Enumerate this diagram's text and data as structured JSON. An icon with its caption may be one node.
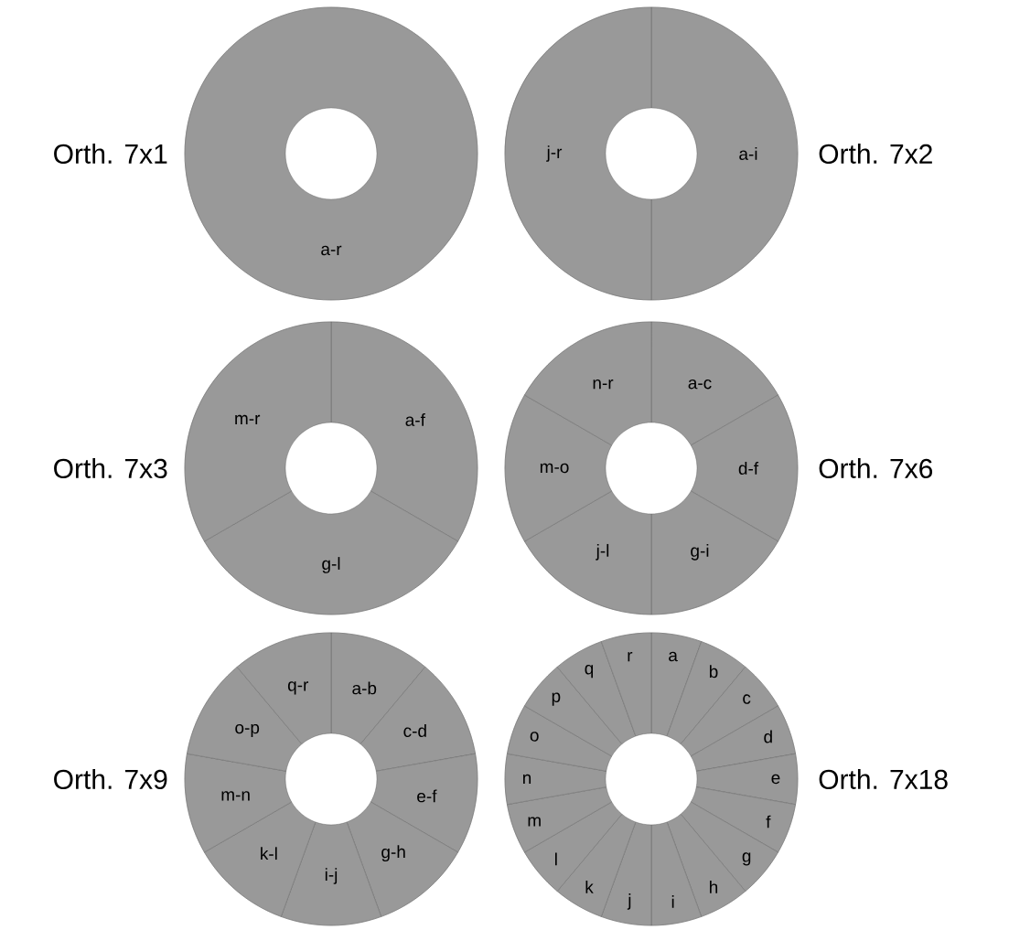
{
  "diagram": {
    "nodes": [
      {
        "text": [],
        "shape": "circle",
        "beside": [
          "Orth. 7x1"
        ]
      },
      {
        "text": [
          "a-r"
        ],
        "in": 0
      },
      {
        "text": [],
        "shape": "circle",
        "beside": [
          "Orth. 7x2"
        ]
      },
      {
        "text": [
          "a-i"
        ],
        "in": 2
      },
      {
        "text": [
          "j-r"
        ],
        "in": 2
      },
      {
        "text": [],
        "shape": "circle",
        "beside": [
          "Orth. 7x3"
        ]
      },
      {
        "text": [
          "a-f"
        ],
        "in": 5
      },
      {
        "text": [
          "g-l"
        ],
        "in": 5
      },
      {
        "text": [
          "m-r"
        ],
        "in": 5
      },
      {
        "text": [],
        "shape": "circle",
        "beside": [
          "Orth. 7x6"
        ]
      },
      {
        "text": [
          "a-c"
        ],
        "in": 9
      },
      {
        "text": [
          "d-f"
        ],
        "in": 9
      },
      {
        "text": [
          "g-i"
        ],
        "in": 9
      },
      {
        "text": [
          "j-l"
        ],
        "in": 9
      },
      {
        "text": [
          "m-o"
        ],
        "in": 9
      },
      {
        "text": [
          "n-r"
        ],
        "in": 9
      },
      {
        "text": [],
        "shape": "circle",
        "beside": [
          "Orth. 7x9"
        ]
      },
      {
        "text": [
          "a-b"
        ],
        "in": 16
      },
      {
        "text": [
          "c-d"
        ],
        "in": 16
      },
      {
        "text": [
          "e-f"
        ],
        "in": 16
      },
      {
        "text": [
          "g-h"
        ],
        "in": 16
      },
      {
        "text": [
          "i-j"
        ],
        "in": 16
      },
      {
        "text": [
          "k-l"
        ],
        "in": 16
      },
      {
        "text": [
          "m-n"
        ],
        "in": 16
      },
      {
        "text": [
          "o-p"
        ],
        "in": 16
      },
      {
        "text": [
          "q-r"
        ],
        "in": 16
      },
      {
        "text": [],
        "shape": "circle",
        "beside": [
          "Orth. 7x18"
        ]
      },
      {
        "text": [
          "a"
        ],
        "in": 26
      },
      {
        "text": [
          "b"
        ],
        "in": 26
      },
      {
        "text": [
          "c"
        ],
        "in": 26
      },
      {
        "text": [
          "d"
        ],
        "in": 26
      },
      {
        "text": [
          "e"
        ],
        "in": 26
      },
      {
        "text": [
          "f"
        ],
        "in": 26
      },
      {
        "text": [
          "g"
        ],
        "in": 26
      },
      {
        "text": [
          "h"
        ],
        "in": 26
      },
      {
        "text": [
          "i"
        ],
        "in": 26
      },
      {
        "text": [
          "j"
        ],
        "in": 26
      },
      {
        "text": [
          "k"
        ],
        "in": 26
      },
      {
        "text": [
          "l"
        ],
        "in": 26
      },
      {
        "text": [
          "m"
        ],
        "in": 26
      },
      {
        "text": [
          "n"
        ],
        "in": 26
      },
      {
        "text": [
          "o"
        ],
        "in": 26
      },
      {
        "text": [
          "p"
        ],
        "in": 26
      },
      {
        "text": [
          "q"
        ],
        "in": 26
      },
      {
        "text": [
          "r"
        ],
        "in": 26
      }
    ]
  }
}
